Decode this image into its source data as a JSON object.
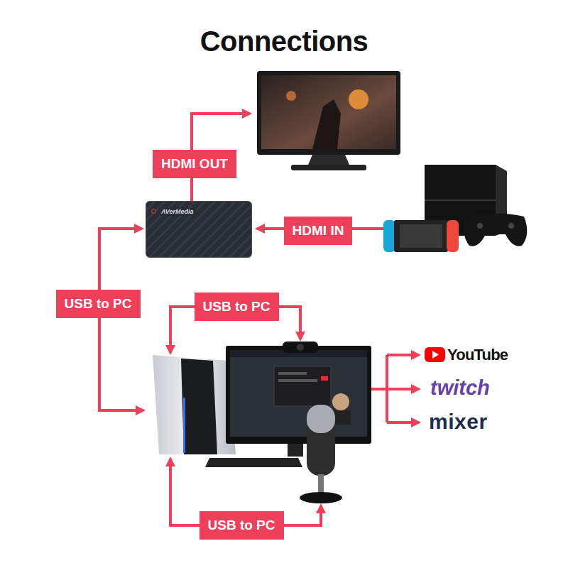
{
  "diagram": {
    "title": "Connections",
    "nodes": [
      {
        "text": [
          "AVerMedia"
        ]
      }
    ],
    "labels": [
      "HDMI OUT",
      "HDMI IN",
      "USB to PC",
      "USB to PC",
      "YouTube",
      "twitch",
      "mixer",
      "USB to PC"
    ]
  }
}
